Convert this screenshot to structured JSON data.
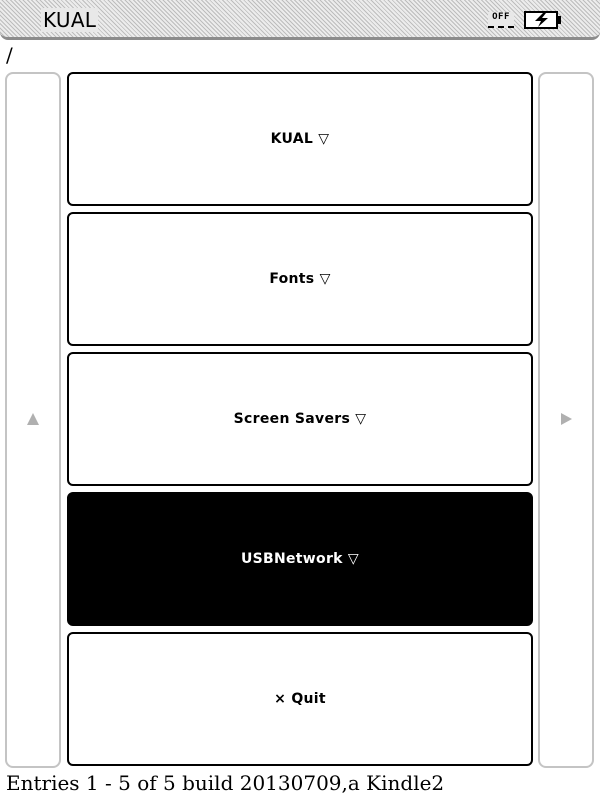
{
  "status_bar": {
    "app_title": "KUAL",
    "wifi_label": "OFF",
    "battery_icon": "battery-charging-icon"
  },
  "path": "/",
  "navigation": {
    "prev_icon": "arrow-up-icon",
    "next_icon": "arrow-right-icon"
  },
  "menu": {
    "items": [
      {
        "label": "KUAL ▽",
        "selected": false
      },
      {
        "label": "Fonts ▽",
        "selected": false
      },
      {
        "label": "Screen Savers ▽",
        "selected": false
      },
      {
        "label": "USBNetwork ▽",
        "selected": true
      },
      {
        "label": "× Quit",
        "selected": false
      }
    ]
  },
  "footer": {
    "text": "Entries 1 - 5 of 5 build 20130709,a Kindle2"
  },
  "colors": {
    "selected_background": "#000000",
    "selected_text": "#ffffff",
    "nav_border": "#c4c4c4",
    "arrow": "#b0b0b0"
  }
}
